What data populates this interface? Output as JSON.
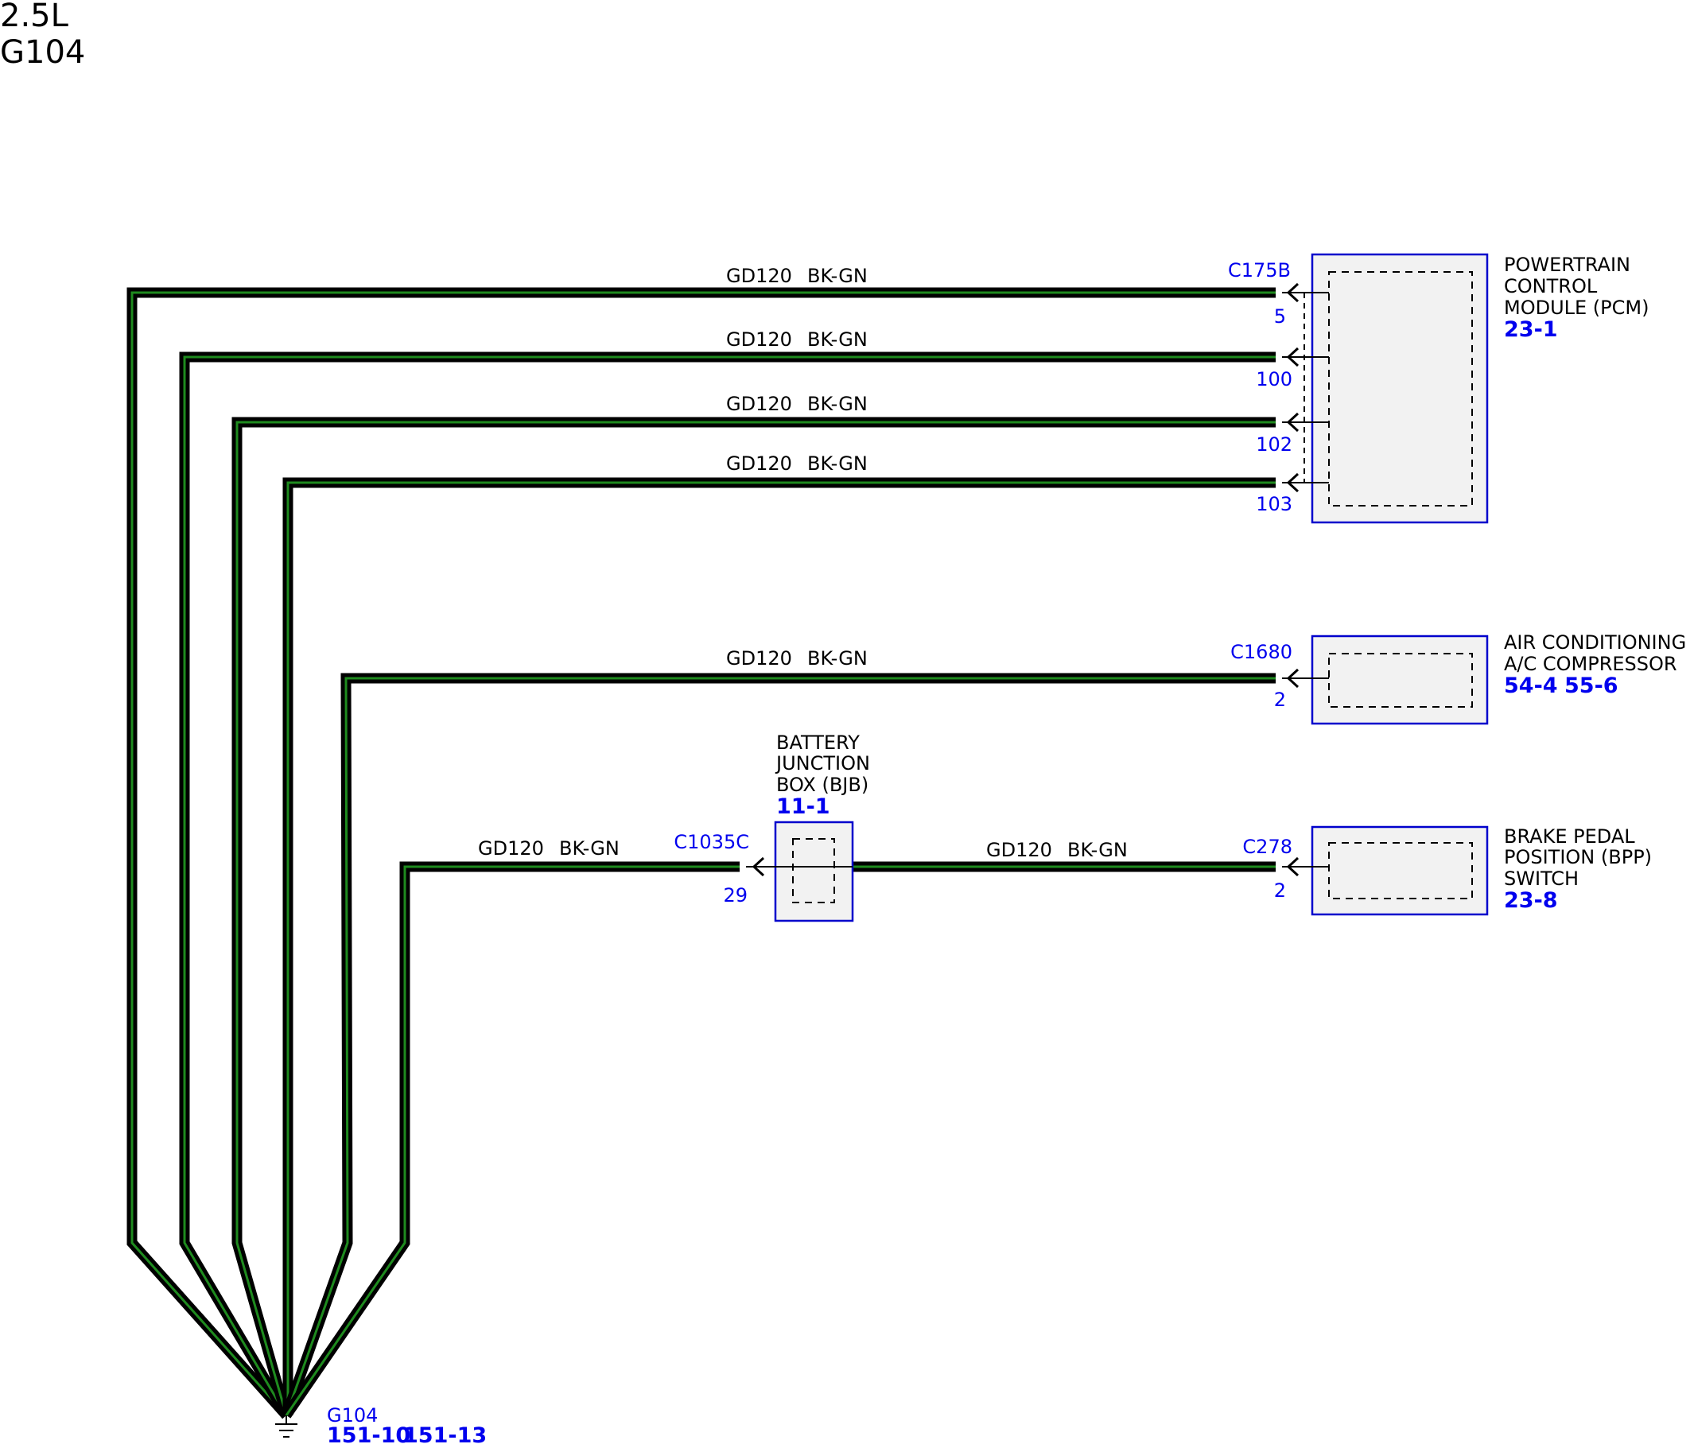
{
  "header": {
    "line1": "2.5L",
    "line2": "G104"
  },
  "wire_label": {
    "circuit": "GD120",
    "color": "BK-GN"
  },
  "colors": {
    "wire_core": "#1e8a1e",
    "wire_sheath": "#000000",
    "connector_text": "#0000ee",
    "component_outline": "#0000cc"
  },
  "components": {
    "pcm": {
      "name_lines": [
        "POWERTRAIN",
        "CONTROL",
        "MODULE (PCM)"
      ],
      "ref": "23-1",
      "connector": "C175B",
      "pins": [
        "5",
        "100",
        "102",
        "103"
      ]
    },
    "ac": {
      "name_lines": [
        "AIR CONDITIONING",
        "A/C COMPRESSOR"
      ],
      "refs": [
        "54-4",
        "55-6"
      ],
      "connector": "C1680",
      "pin": "2"
    },
    "bjb": {
      "name_lines": [
        "BATTERY",
        "JUNCTION",
        "BOX (BJB)"
      ],
      "ref": "11-1",
      "connector": "C1035C",
      "pin": "29"
    },
    "bpp": {
      "name_lines": [
        "BRAKE PEDAL",
        "POSITION (BPP)",
        "SWITCH"
      ],
      "ref": "23-8",
      "connector": "C278",
      "pin": "2"
    }
  },
  "ground": {
    "name": "G104",
    "refs": [
      "151-10",
      "151-13"
    ],
    "icon": "ground-icon"
  }
}
